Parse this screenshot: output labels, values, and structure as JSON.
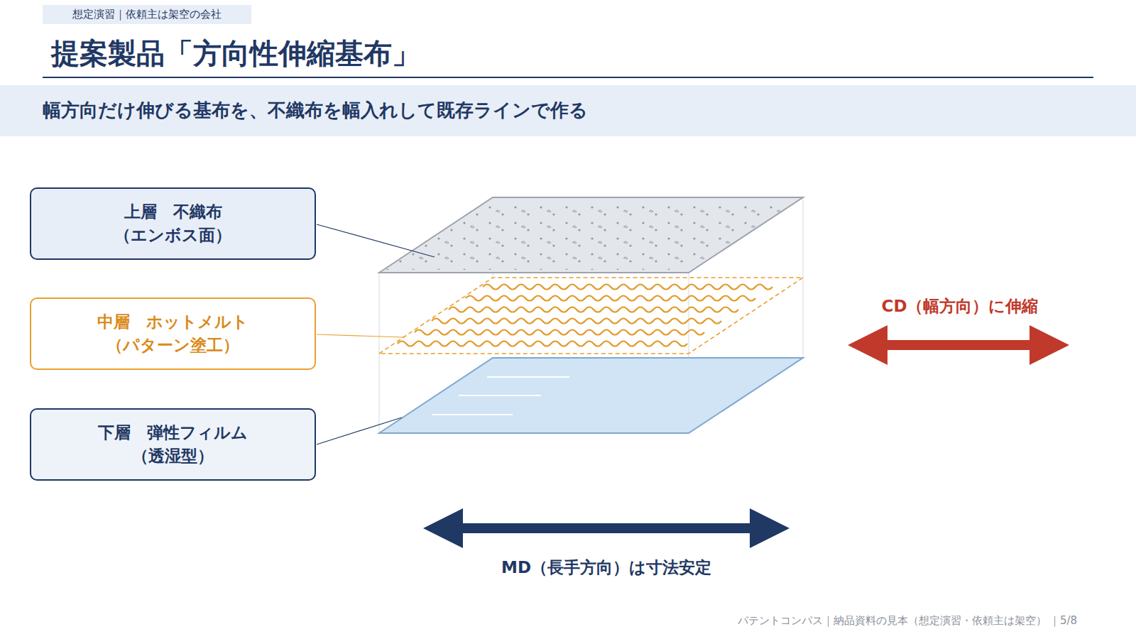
{
  "diagram": {
    "title": "提案製品「方向性伸縮基布」",
    "nodes": [
      {
        "text": [
          "幅方向だけ伸びる基布を、不織布を幅入れして既存ラインで作る"
        ]
      },
      {
        "text": [
          "上層　不織布",
          "（エンボス面）"
        ]
      },
      {
        "text": [
          "中層　ホットメルト",
          "（パターン塗工）"
        ]
      },
      {
        "text": [
          "下層　弾性フィルム",
          "（透湿型）"
        ]
      }
    ],
    "labels": [
      "想定演習｜依頼主は架空の会社",
      "CD（幅方向）に伸縮",
      "MD（長手方向）は寸法安定",
      "パテントコンパス｜納品資料の見本（想定演習・依頼主は架空）",
      "｜5/8"
    ]
  }
}
